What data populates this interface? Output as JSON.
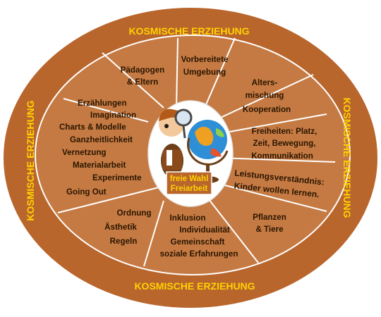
{
  "outer_ring": {
    "top": "KOSMISCHE ERZIEHUNG",
    "bottom": "KOSMISCHE ERZIEHUNG",
    "left": "KOSMISCHE ERZIEHUNG",
    "right": "KOSMISCHE ERZIEHUNG"
  },
  "segments": {
    "paedagogen": [
      "Pädagogen",
      "& Eltern"
    ],
    "umgebung": [
      "Vorbereitete",
      "Umgebung"
    ],
    "altersmischung": [
      "Alters-",
      "mischung",
      "Kooperation"
    ],
    "freiheiten": [
      "Freiheiten: Platz,",
      "Zeit, Bewegung,",
      "Kommunikation"
    ],
    "leistung": [
      "Leistungsverständnis:",
      "Kinder wollen lernen."
    ],
    "pflanzen": [
      "Pflanzen",
      "& Tiere"
    ],
    "inklusion": [
      "Inklusion",
      "Individualität",
      "Gemeinschaft",
      "soziale Erfahrungen"
    ],
    "ordnung": [
      "Ordnung",
      "Ästhetik",
      "Regeln"
    ],
    "erzaehlungen": [
      "Erzählungen",
      "Imagination",
      "Charts & Modelle",
      "Ganzheitlichkeit",
      "Vernetzung",
      "Materialarbeit",
      "Experimente",
      "Going Out"
    ]
  },
  "center": {
    "label_line1": "freie Wahl",
    "label_line2": "Freiarbeit"
  },
  "colors": {
    "outer": "#b9662d",
    "inner": "#c57a43",
    "ring_text": "#ffd200",
    "lines": "#ffffff",
    "center_box": "#b9662d"
  }
}
